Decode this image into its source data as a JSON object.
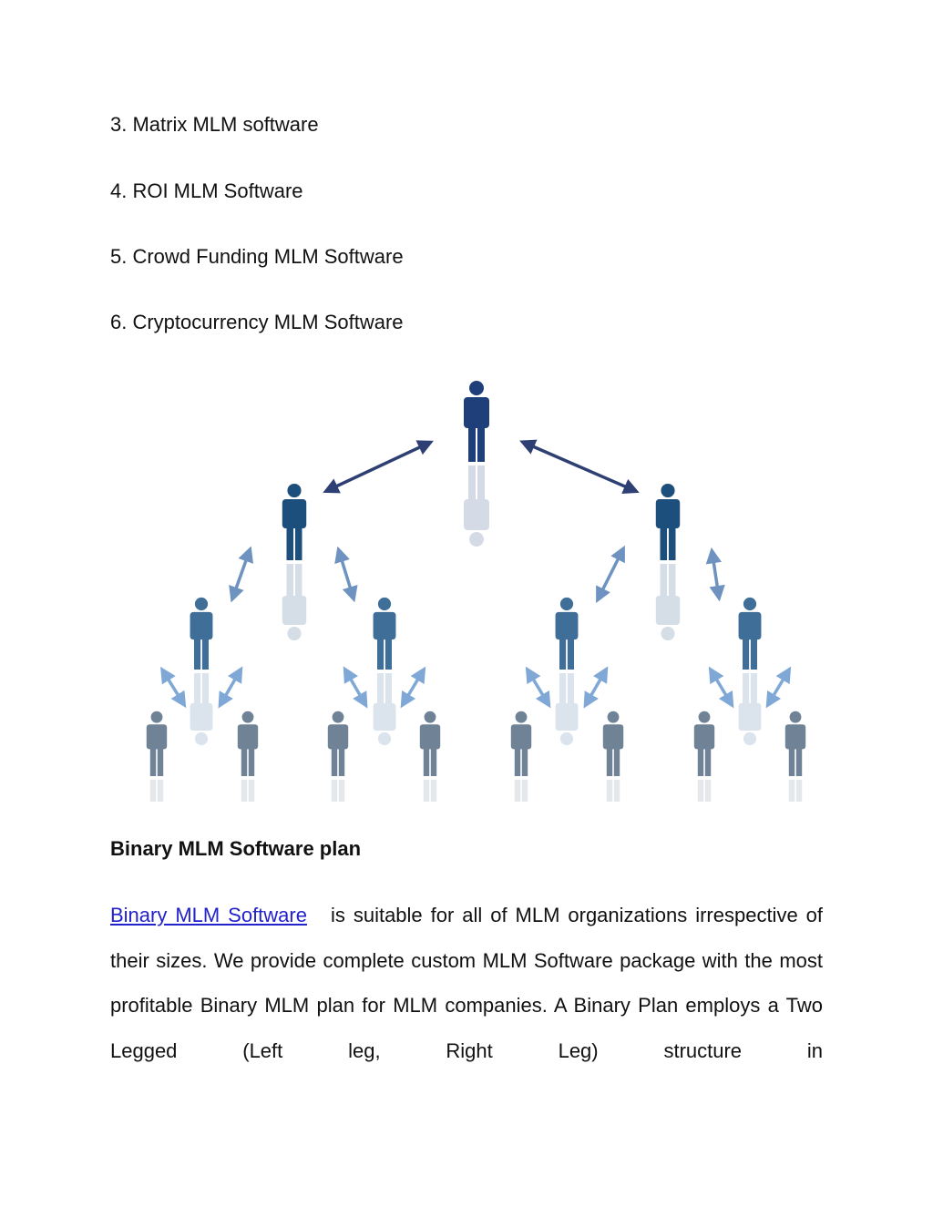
{
  "list": [
    "3. Matrix MLM software",
    "4. ROI MLM Software",
    "5. Crowd Funding MLM Software",
    "6. Cryptocurrency MLM Software"
  ],
  "section": {
    "heading": "Binary MLM Software plan",
    "link_text": "Binary MLM Software",
    "paragraph_rest": "is suitable for all of MLM organizations irrespective of their sizes. We provide complete custom MLM Software package with the most profitable Binary MLM plan for MLM companies. A Binary Plan employs a Two Legged (Left leg, Right Leg) structure in"
  },
  "colors": {
    "level0": "#1f3f7a",
    "level1": "#1d4f7c",
    "level2": "#3f6f99",
    "level3": "#6f8296",
    "link": "#2222cc"
  }
}
